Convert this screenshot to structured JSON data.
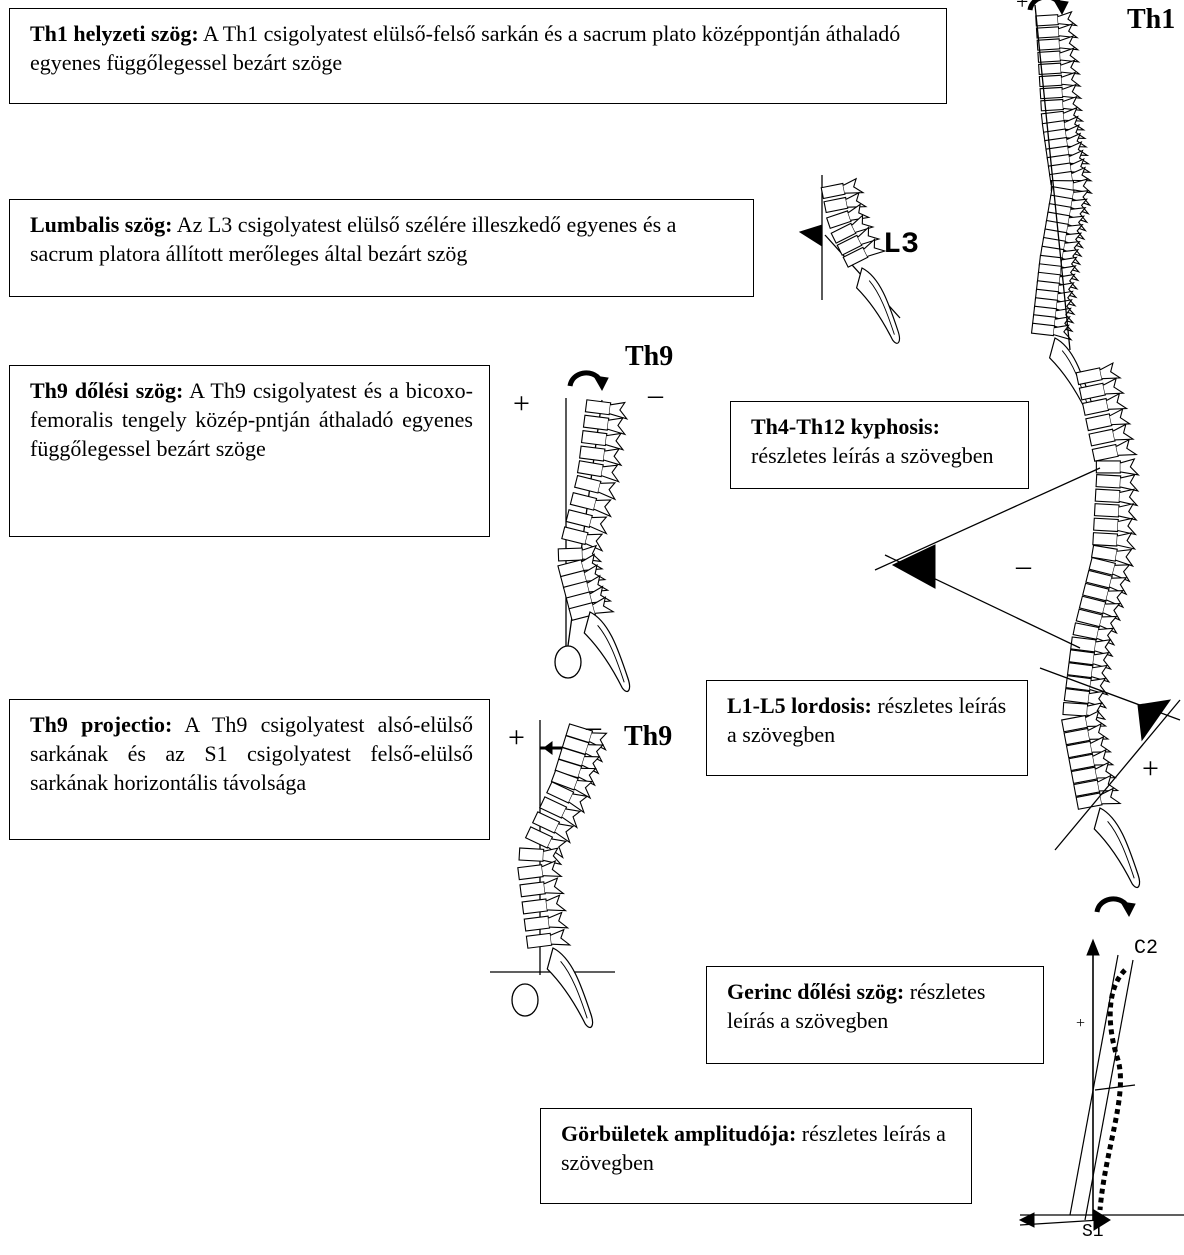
{
  "boxes": {
    "th1_position": {
      "term": "Th1 helyzeti szög:",
      "text": " A Th1 csigolyatest elülső-felső sarkán és a sacrum plato középpontján áthaladó egyenes függőlegessel bezárt szöge"
    },
    "lumbar": {
      "term": "Lumbalis szög:",
      "text": " Az L3 csigolyatest elülső szélére illeszkedő egyenes és a sacrum platora állított merőleges által bezárt szög"
    },
    "th9_tilt": {
      "term": "Th9 dőlési szög:",
      "text": " A Th9 csigolyatest és a bicoxo-femoralis tengely közép-pntján áthaladó egyenes függőlegessel bezárt szöge"
    },
    "kyphosis": {
      "term": "Th4-Th12 kyphosis:",
      "text": " részletes leírás a szövegben"
    },
    "lordosis": {
      "term": "L1-L5 lordosis:",
      "text": " részletes leírás a szövegben"
    },
    "th9_projection": {
      "term": "Th9 projectio:",
      "text": " A Th9 csigolyatest alsó-elülső sarkának és az S1 csigolyatest felső-elülső sarkának horizontális távolsága"
    },
    "spine_tilt": {
      "term": "Gerinc dőlési szög:",
      "text": " részletes leírás a szövegben"
    },
    "amplitude": {
      "term": "Görbületek amplitudója:",
      "text": " részletes leírás a szövegben"
    }
  },
  "labels": {
    "th1": "Th1",
    "l3": "L3",
    "th9_top": "Th9",
    "th9_bottom": "Th9",
    "c2": "C2",
    "s1": "S1",
    "plus": "+",
    "minus": "–"
  }
}
